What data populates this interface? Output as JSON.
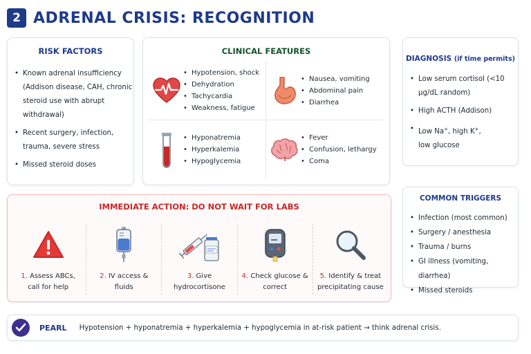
{
  "header": {
    "number": "2",
    "title": "ADRENAL CRISIS: RECOGNITION"
  },
  "risk_factors": {
    "heading": "RISK FACTORS",
    "items": [
      "Known adrenal insufficiency (Addison disease, CAH, chronic steroid use with abrupt withdrawal)",
      "Recent surgery, infection, trauma, severe stress",
      "Missed steroid doses"
    ]
  },
  "clinical_features": {
    "heading": "CLINICAL FEATURES",
    "groups": [
      {
        "icon": "heart-icon",
        "items": [
          "Hypotension, shock",
          "Dehydration",
          "Tachycardia",
          "Weakness, fatigue"
        ]
      },
      {
        "icon": "stomach-icon",
        "items": [
          "Nausea, vomiting",
          "Abdominal pain",
          "Diarrhea"
        ]
      },
      {
        "icon": "test-tube-icon",
        "items": [
          "Hyponatremia",
          "Hyperkalemia",
          "Hypoglycemia"
        ]
      },
      {
        "icon": "brain-icon",
        "items": [
          "Fever",
          "Confusion, lethargy",
          "Coma"
        ]
      }
    ]
  },
  "diagnosis": {
    "heading": "DIAGNOSIS",
    "heading_sub": "(if time permits)",
    "items": [
      "Low serum cortisol (<10 μg/dL random)",
      "High ACTH (Addison)"
    ],
    "electrolytes": {
      "pre": "Low Na",
      "mid": ", high K",
      "post": ",",
      "line2": "low glucose",
      "plus": "+"
    }
  },
  "triggers": {
    "heading": "COMMON TRIGGERS",
    "items": [
      "Infection (most common)",
      "Surgery / anesthesia",
      "Trauma / burns",
      "GI illness (vomiting, diarrhea)",
      "Missed steroids"
    ]
  },
  "action": {
    "heading": "IMMEDIATE ACTION: DO NOT WAIT FOR LABS",
    "steps": [
      {
        "num": "1.",
        "line1": "Assess ABCs,",
        "line2": "call for help",
        "icon": "warning-icon"
      },
      {
        "num": "2.",
        "line1": "IV access &",
        "line2": "fluids",
        "icon": "iv-bag-icon"
      },
      {
        "num": "3.",
        "line1": "Give",
        "line2": "hydrocortisone",
        "icon": "syringe-vial-icon"
      },
      {
        "num": "4.",
        "line1": "Check glucose &",
        "line2": "correct",
        "icon": "glucometer-icon"
      },
      {
        "num": "5.",
        "line1": "Identify & treat",
        "line2": "precipitating cause",
        "icon": "magnifier-icon"
      }
    ]
  },
  "pearl": {
    "label": "PEARL",
    "text": "Hypotension + hyponatremia + hyperkalemia + hypoglycemia in at-risk patient → think adrenal crisis."
  },
  "colors": {
    "title": "#1e3a8a",
    "accent_red": "#c62828",
    "clinical_heading": "#14532d",
    "pearl_icon": "#3b2f8f"
  }
}
